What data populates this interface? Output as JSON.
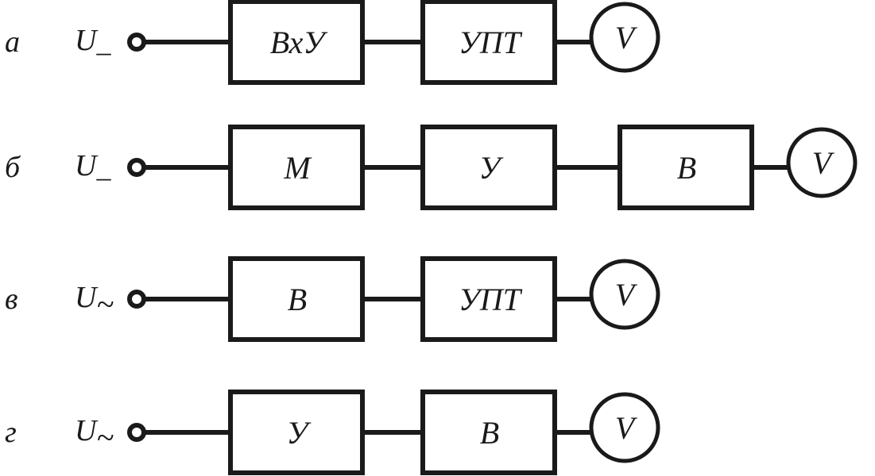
{
  "diagram": {
    "description": "Block diagrams of voltmeter structures",
    "rows": [
      {
        "label": "а",
        "source": {
          "symbol": "U",
          "subscript": "_",
          "kind": "DC"
        },
        "blocks": [
          "ВхУ",
          "УПТ"
        ],
        "meter": "V"
      },
      {
        "label": "б",
        "source": {
          "symbol": "U",
          "subscript": "_",
          "kind": "DC"
        },
        "blocks": [
          "М",
          "У",
          "В"
        ],
        "meter": "V"
      },
      {
        "label": "в",
        "source": {
          "symbol": "U",
          "subscript": "~",
          "kind": "AC"
        },
        "blocks": [
          "В",
          "УПТ"
        ],
        "meter": "V"
      },
      {
        "label": "г",
        "source": {
          "symbol": "U",
          "subscript": "~",
          "kind": "AC"
        },
        "blocks": [
          "У",
          "В"
        ],
        "meter": "V"
      }
    ]
  }
}
